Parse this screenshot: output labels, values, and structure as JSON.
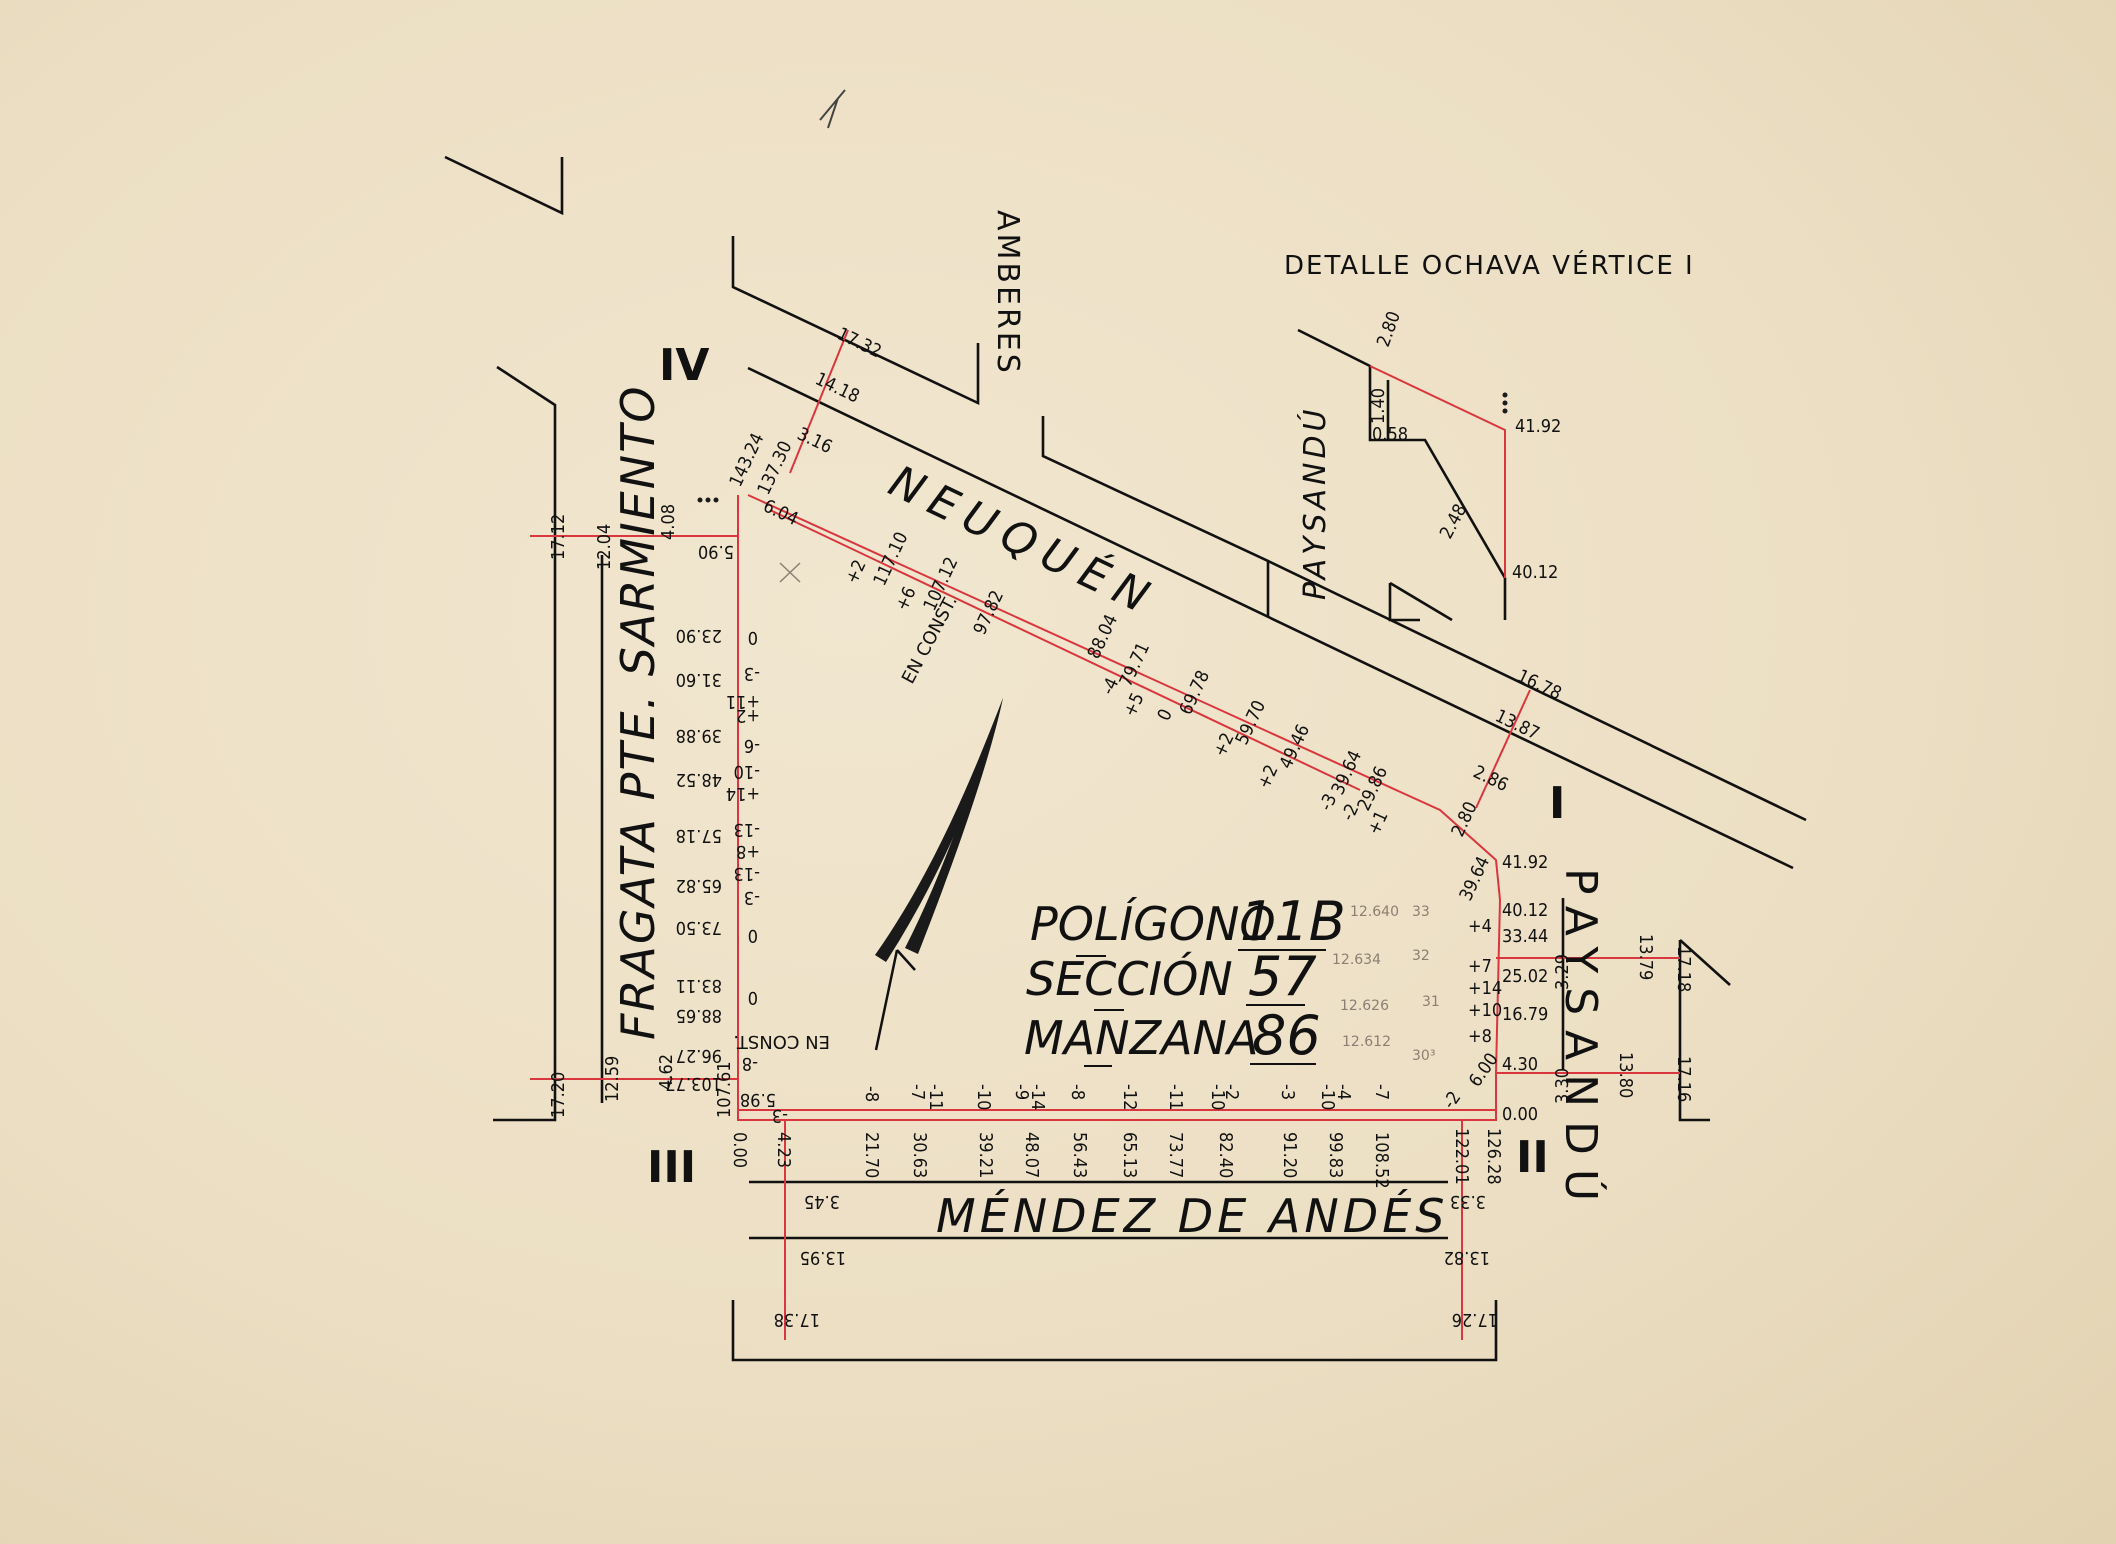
{
  "title": "DETALLE OCHAVA VÉRTICE I",
  "streets": {
    "north": "NEUQUÉN",
    "amberes": "AMBERES",
    "paysandu_detail": "PAYSANDÚ",
    "paysandu": "PAYSANDÚ",
    "west": "FRAGATA PTE. SARMIENTO",
    "south": "MÉNDEZ DE ANDÉS"
  },
  "parcel": {
    "poligono_label": "POLÍGONO",
    "poligono_value": "11B",
    "seccion_label": "SECCIÓN",
    "seccion_value": "57",
    "manzana_label": "MANZANA",
    "manzana_value": "86"
  },
  "vertices": {
    "v1": "I",
    "v2": "II",
    "v3": "III",
    "v4": "IV"
  },
  "en_const": "EN CONST.",
  "detail_values": [
    "2.80",
    "1.40",
    "0.58",
    "2.48",
    "41.92",
    "40.12"
  ],
  "north_street_widths": [
    "17.32",
    "14.18",
    "3.16",
    "16.78",
    "13.87",
    "2.86"
  ],
  "north_side_values": [
    "143.24",
    "137.30",
    "6.04",
    "117.10",
    "107.12",
    "97.82",
    "88.04",
    "79.71",
    "69.78",
    "59.70",
    "49.46",
    "39.64",
    "29.86",
    "2.80",
    "41.92",
    "+2",
    "+6",
    "-4",
    "+5",
    "0",
    "+2",
    "+2",
    "-3",
    "-2",
    "+1",
    "39.64"
  ],
  "west_side_values": [
    "5.90",
    "23.90",
    "31.60",
    "39.88",
    "48.52",
    "57.18",
    "65.82",
    "73.50",
    "83.11",
    "88.65",
    "96.27",
    "103.77",
    "107.61",
    "5.98",
    "-3",
    "+11",
    "+2",
    "-6",
    "-10",
    "+14",
    "-13",
    "+8",
    "-13",
    "-3",
    "0",
    "0",
    "-8",
    "0",
    "-3"
  ],
  "west_street_widths": [
    "17.12",
    "12.04",
    "4.08",
    "17.20",
    "12.59",
    "4.62"
  ],
  "south_side_values": [
    "0.00",
    "4.23",
    "21.70",
    "30.63",
    "39.21",
    "48.07",
    "56.43",
    "65.13",
    "73.77",
    "82.40",
    "91.20",
    "99.83",
    "108.52",
    "122.01",
    "126.28",
    "-8",
    "-7",
    "-11",
    "-10",
    "-9",
    "-14",
    "-8",
    "-12",
    "-11",
    "-10",
    "-2",
    "-3",
    "-10",
    "-4",
    "-7"
  ],
  "south_street_widths": [
    "3.45",
    "13.95",
    "17.38",
    "3.33",
    "13.82",
    "17.26"
  ],
  "east_side_values": [
    "40.12",
    "33.44",
    "25.02",
    "16.79",
    "4.30",
    "0.00",
    "6.00",
    "-2",
    "+4",
    "+7",
    "+14",
    "+10",
    "+8",
    "3.29",
    "3.30"
  ],
  "east_street_widths": [
    "13.79",
    "17.18",
    "13.80",
    "17.16"
  ],
  "faint_notes": [
    "12.640",
    "33",
    "12.634",
    "32",
    "12.626",
    "31",
    "12.612",
    "30³"
  ]
}
